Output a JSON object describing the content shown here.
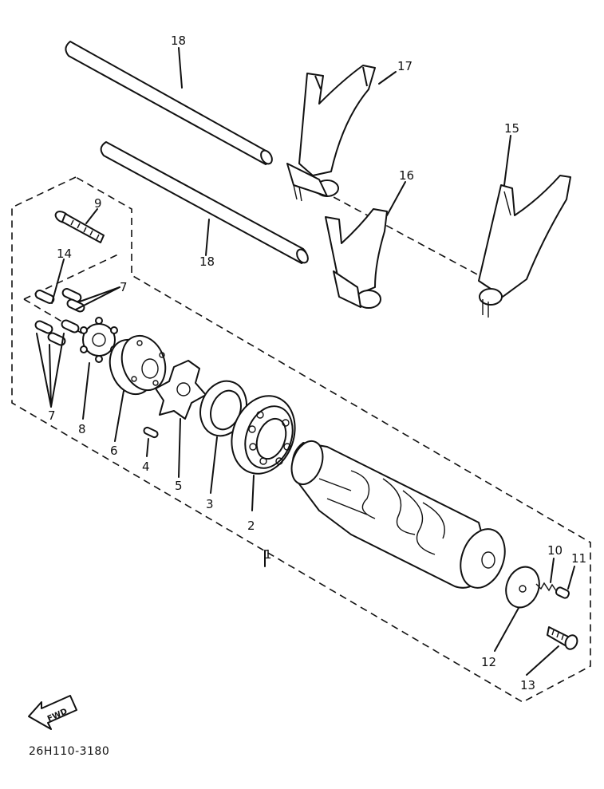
{
  "callouts": {
    "c1": "1",
    "c2": "2",
    "c3": "3",
    "c4": "4",
    "c5": "5",
    "c6": "6",
    "c7a": "7",
    "c7b": "7",
    "c8": "8",
    "c9": "9",
    "c10": "10",
    "c11": "11",
    "c12": "12",
    "c13": "13",
    "c14": "14",
    "c15": "15",
    "c16": "16",
    "c17": "17",
    "c18a": "18",
    "c18b": "18"
  },
  "fwd_label": "FWD",
  "diagram_code": "26H110-3180"
}
